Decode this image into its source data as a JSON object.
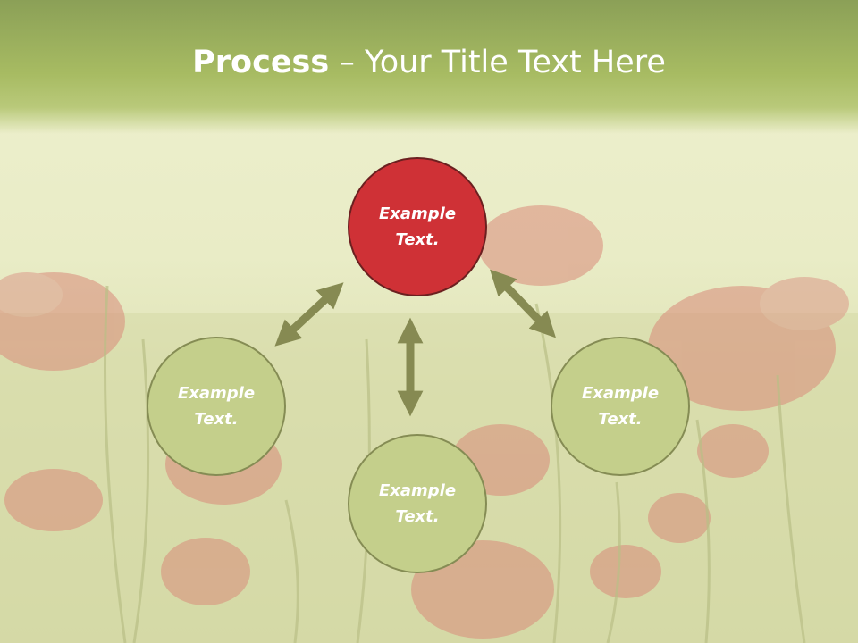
{
  "title": {
    "bold": "Process",
    "rest": " – Your Title Text Here"
  },
  "nodes": [
    {
      "label": "Example\nText.",
      "color": "#cf3136"
    },
    {
      "label": "Example\nText.",
      "color": "#c4cf8b"
    },
    {
      "label": "Example\nText.",
      "color": "#c4cf8b"
    },
    {
      "label": "Example\nText.",
      "color": "#c4cf8b"
    }
  ],
  "colors": {
    "title_bar": "#a7bb62",
    "arrow": "#868a52",
    "accent_red": "#cf3136",
    "node_green": "#c4cf8b"
  }
}
